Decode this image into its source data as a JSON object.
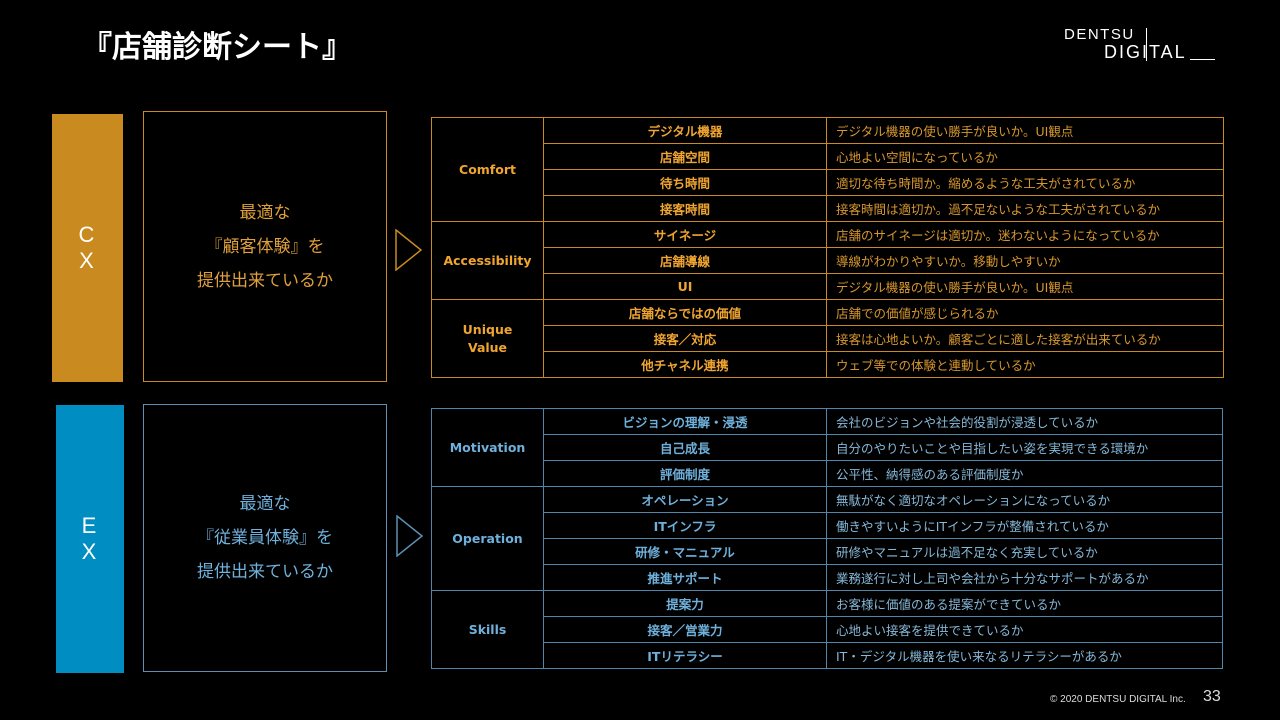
{
  "title": "『店舗診断シート』",
  "logo": {
    "line1": "DENTSU",
    "line2": "DIGITAL"
  },
  "cx": {
    "label_line1": "C",
    "label_line2": "X",
    "color": "#c98a1f",
    "summary": [
      "最適な",
      "『顧客体験』を",
      "提供出来ているか"
    ],
    "arrow_icon": "triangle-right-outline",
    "groups": [
      {
        "category": "Comfort",
        "rows": [
          {
            "item": "デジタル機器",
            "desc": "デジタル機器の使い勝手が良いか。UI観点"
          },
          {
            "item": "店舗空間",
            "desc": "心地よい空間になっているか"
          },
          {
            "item": "待ち時間",
            "desc": "適切な待ち時間か。縮めるような工夫がされているか"
          },
          {
            "item": "接客時間",
            "desc": "接客時間は適切か。過不足ないような工夫がされているか"
          }
        ]
      },
      {
        "category": "Accessibility",
        "rows": [
          {
            "item": "サイネージ",
            "desc": "店舗のサイネージは適切か。迷わないようになっているか"
          },
          {
            "item": "店舗導線",
            "desc": "導線がわかりやすいか。移動しやすいか"
          },
          {
            "item": "UI",
            "desc": "デジタル機器の使い勝手が良いか。UI観点"
          }
        ]
      },
      {
        "category": "Unique Value",
        "rows": [
          {
            "item": "店舗ならではの価値",
            "desc": "店舗での価値が感じられるか"
          },
          {
            "item": "接客／対応",
            "desc": "接客は心地よいか。顧客ごとに適した接客が出来ているか"
          },
          {
            "item": "他チャネル連携",
            "desc": "ウェブ等での体験と連動しているか"
          }
        ]
      }
    ]
  },
  "ex": {
    "label_line1": "E",
    "label_line2": "X",
    "color": "#008dc2",
    "summary": [
      "最適な",
      "『従業員体験』を",
      "提供出来ているか"
    ],
    "arrow_icon": "triangle-right-outline",
    "groups": [
      {
        "category": "Motivation",
        "rows": [
          {
            "item": "ビジョンの理解・浸透",
            "desc": "会社のビジョンや社会的役割が浸透しているか"
          },
          {
            "item": "自己成長",
            "desc": "自分のやりたいことや目指したい姿を実現できる環境か"
          },
          {
            "item": "評価制度",
            "desc": "公平性、納得感のある評価制度か"
          }
        ]
      },
      {
        "category": "Operation",
        "rows": [
          {
            "item": "オペレーション",
            "desc": "無駄がなく適切なオペレーションになっているか"
          },
          {
            "item": "ITインフラ",
            "desc": "働きやすいようにITインフラが整備されているか"
          },
          {
            "item": "研修・マニュアル",
            "desc": "研修やマニュアルは過不足なく充実しているか"
          },
          {
            "item": "推進サポート",
            "desc": "業務遂行に対し上司や会社から十分なサポートがあるか"
          }
        ]
      },
      {
        "category": "Skills",
        "rows": [
          {
            "item": "提案力",
            "desc": "お客様に価値のある提案ができているか"
          },
          {
            "item": "接客／営業力",
            "desc": "心地よい接客を提供できているか"
          },
          {
            "item": "ITリテラシー",
            "desc": "IT・デジタル機器を使い来なるリテラシーがあるか"
          }
        ]
      }
    ]
  },
  "footer": {
    "copyright": "© 2020 DENTSU DIGITAL Inc.",
    "page_number": "33"
  }
}
